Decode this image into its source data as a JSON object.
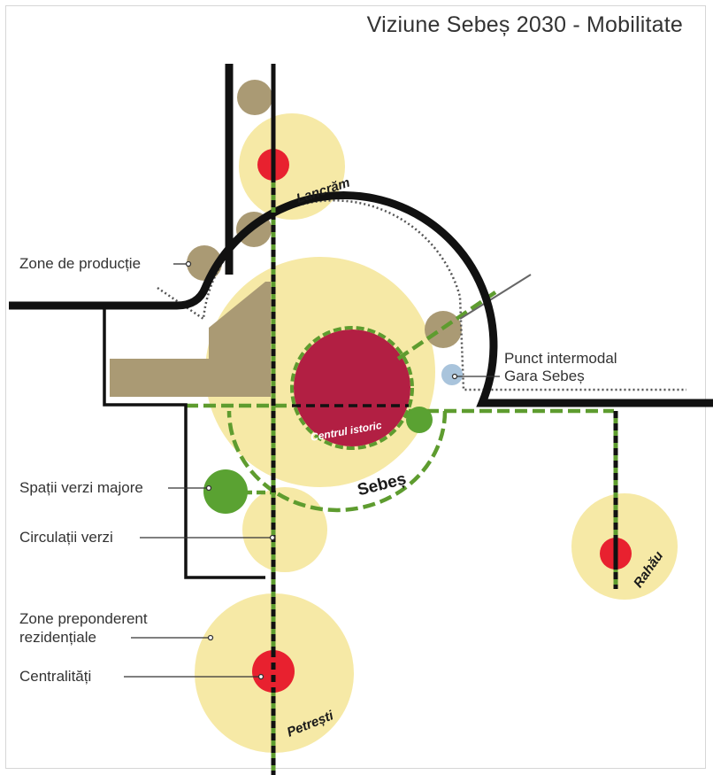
{
  "title": "Viziune Sebeș 2030 - Mobilitate",
  "places": {
    "lancram": "Lancrăm",
    "sebes": "Sebeș",
    "centrul_istoric": "Centrul istoric",
    "petresti": "Petrești",
    "rahau": "Rahău"
  },
  "legend": {
    "zone_productie": "Zone de producție",
    "punct_intermodal_line1": "Punct intermodal",
    "punct_intermodal_line2": "Gara Sebeș",
    "spatii_verzi": "Spații verzi majore",
    "circulatii_verzi": "Circulații verzi",
    "zone_rezidentiale_line1": "Zone preponderent",
    "zone_rezidentiale_line2": "rezidențiale",
    "centralitati": "Centralități"
  },
  "colors": {
    "residential": "#f6e9a6",
    "production": "#aa9a74",
    "centrality": "#e8212f",
    "historic_center": "#b21f43",
    "green_space": "#5aa232",
    "green_circulation": "#5e9c2f",
    "intermodal": "#a9c4dc",
    "road": "#111111",
    "railway": "#555555"
  }
}
